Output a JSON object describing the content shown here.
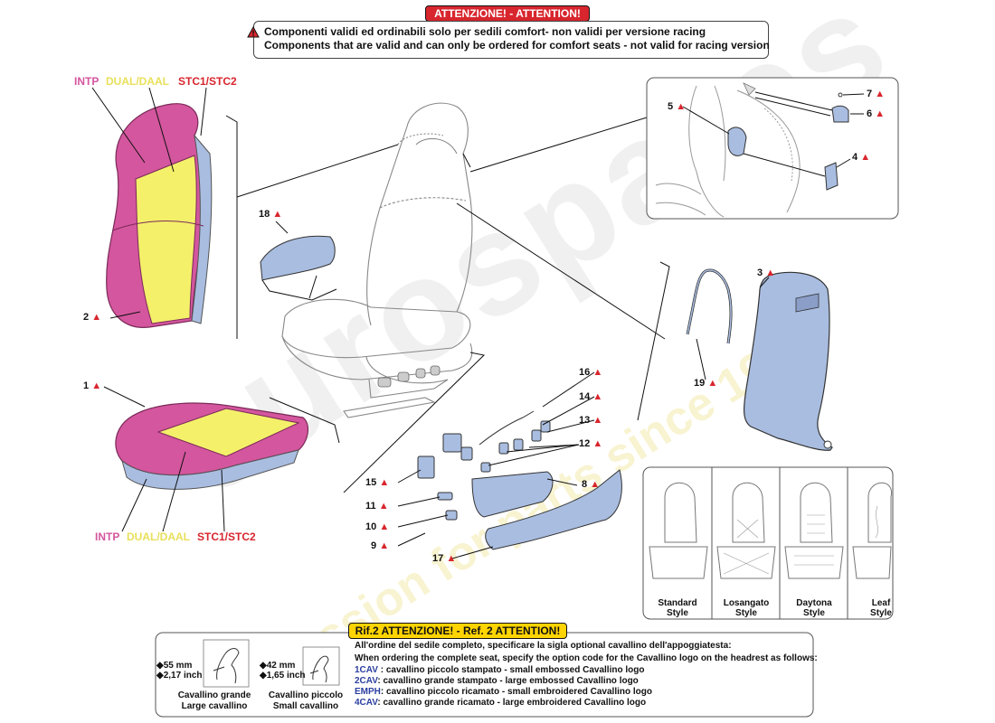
{
  "attention": {
    "title": "ATTENZIONE! - ATTENTION!",
    "line_it": "Componenti validi ed ordinabili solo per sedili comfort- non validi per versione  racing",
    "line_en": "Components that are valid and can only be ordered for comfort seats - not valid for racing  version"
  },
  "legend_backrest": {
    "intp": "INTP",
    "dual": "DUAL/DAAL",
    "stc": "STC1/STC2"
  },
  "legend_cushion": {
    "intp": "INTP",
    "dual": "DUAL/DAAL",
    "stc": "STC1/STC2"
  },
  "colors": {
    "pink": "#d4569e",
    "yellow": "#f4f06a",
    "blue": "#a9bde0",
    "warn_red": "#d8262e",
    "intp_text": "#d4569e",
    "dual_text": "#e8e05a",
    "stc_text": "#d8262e"
  },
  "callouts": [
    "1",
    "2",
    "3",
    "4",
    "5",
    "6",
    "7",
    "8",
    "9",
    "10",
    "11",
    "12",
    "13",
    "14",
    "15",
    "16",
    "17",
    "18",
    "19"
  ],
  "styles": [
    {
      "line1": "Standard",
      "line2": "Style"
    },
    {
      "line1": "Losangato",
      "line2": "Style"
    },
    {
      "line1": "Daytona",
      "line2": "Style"
    },
    {
      "line1": "Leaf",
      "line2": "Style"
    }
  ],
  "ref2": {
    "title": "Rif.2 ATTENZIONE! - Ref. 2 ATTENTION!",
    "large": {
      "dim_mm": "55 mm",
      "dim_in": "2,17 inch",
      "name_it": "Cavallino grande",
      "name_en": "Large cavallino"
    },
    "small": {
      "dim_mm": "42 mm",
      "dim_in": "1,65 inch",
      "name_it": "Cavallino piccolo",
      "name_en": "Small cavallino"
    },
    "intro_it": "All'ordine del sedile completo, specificare la sigla optional cavallino dell'appoggiatesta:",
    "intro_en": "When ordering the complete seat, specify the option code for the Cavallino logo on the headrest as follows:",
    "codes": [
      {
        "code": "1CAV",
        "text": " : cavallino piccolo stampato - small embossed Cavallino logo"
      },
      {
        "code": "2CAV",
        "text": ": cavallino grande stampato - large embossed Cavallino logo"
      },
      {
        "code": "EMPH",
        "text": ": cavallino piccolo ricamato - small embroidered Cavallino logo"
      },
      {
        "code": "4CAV",
        "text": ": cavallino grande ricamato - large embroidered Cavallino logo"
      }
    ]
  },
  "watermark": {
    "brand": "eurospares",
    "tagline": "a passion for parts since 1985"
  }
}
